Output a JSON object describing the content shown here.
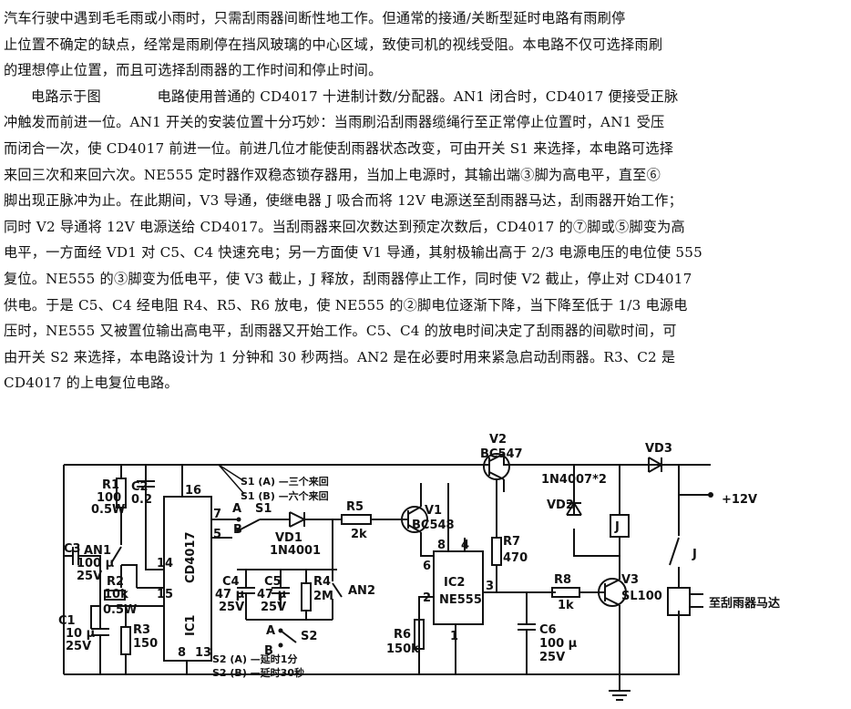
{
  "article": {
    "lines": [
      "汽车行驶中遇到毛毛雨或小雨时，只需刮雨器间断性地工作。但通常的接通/关断型延时电路有雨刷停",
      "止位置不确定的缺点，经常是雨刷停在挡风玻璃的中心区域，致使司机的视线受阻。本电路不仅可选择雨刷",
      "的理想停止位置，而且可选择刮雨器的工作时间和停止时间。",
      "电路示于图　　　　电路使用普通的 CD4017 十进制计数/分配器。AN1 闭合时，CD4017 便接受正脉",
      "冲触发而前进一位。AN1 开关的安装位置十分巧妙：当雨刷沿刮雨器缆绳行至正常停止位置时，AN1 受压",
      "而闭合一次，使 CD4017 前进一位。前进几位才能使刮雨器状态改变，可由开关 S1 来选择，本电路可选择",
      "来回三次和来回六次。NE555 定时器作双稳态锁存器用，当加上电源时，其输出端③脚为高电平，直至⑥",
      "脚出现正脉冲为止。在此期间，V3 导通，使继电器 J 吸合而将 12V 电源送至刮雨器马达，刮雨器开始工作；",
      "同时 V2 导通将 12V 电源送给 CD4017。当刮雨器来回次数达到预定次数后，CD4017 的⑦脚或⑤脚变为高",
      "电平，一方面经 VD1 对 C5、C4 快速充电；另一方面使 V1 导通，其射极输出高于 2/3 电源电压的电位使 555",
      "复位。NE555 的③脚变为低电平，使 V3 截止，J 释放，刮雨器停止工作，同时使 V2 截止，停止对 CD4017",
      "供电。于是 C5、C4 经电阻 R4、R5、R6 放电，使 NE555 的②脚电位逐渐下降，当下降至低于 1/3 电源电",
      "压时，NE555 又被置位输出高电平，刮雨器又开始工作。C5、C4 的放电时间决定了刮雨器的间歇时间，可",
      "由开关 S2 来选择，本电路设计为 1 分钟和 30 秒两挡。AN2 是在必要时用来紧急启动刮雨器。R3、C2 是",
      "CD4017 的上电复位电路。"
    ]
  },
  "circuit": {
    "r1": [
      "R1",
      "100",
      "0.5W"
    ],
    "c2": [
      "C2",
      "0.2"
    ],
    "c3": [
      "C3",
      "100 μ",
      "25V"
    ],
    "an1": "AN1",
    "r2": [
      "R2",
      "10k",
      "0.5W"
    ],
    "c1": [
      "C1",
      "10 μ",
      "25V"
    ],
    "r3": [
      "R3",
      "150"
    ],
    "ic1": [
      "IC1",
      "CD4017"
    ],
    "ic1_pins": [
      "16",
      "7",
      "5",
      "14",
      "15",
      "8",
      "13"
    ],
    "s1_a": "S1 (A) —三个来回",
    "s1_b": "S1 (B) —六个来回",
    "s1": "S1",
    "sw_a": "A",
    "sw_b": "B",
    "vd1": [
      "VD1",
      "1N4001"
    ],
    "r5": [
      "R5",
      "2k"
    ],
    "c4": [
      "C4",
      "47 μ",
      "25V"
    ],
    "c5": [
      "C5",
      "47 μ",
      "25V"
    ],
    "r4": [
      "R4",
      "2M"
    ],
    "an2": "AN2",
    "s2": "S2",
    "s2_sw_a": "A",
    "s2_sw_b": "B",
    "s2_a": "S2 (A) —延时1分",
    "s2_b": "S2 (B) —延时30秒",
    "v1": [
      "V1",
      "BC548"
    ],
    "v2": [
      "V2",
      "BC547"
    ],
    "r7": [
      "R7",
      "470"
    ],
    "ic2": [
      "IC2",
      "NE555"
    ],
    "ic2_pins": [
      "8",
      "4",
      "6",
      "2",
      "3",
      "1"
    ],
    "r6": [
      "R6",
      "150k"
    ],
    "c6": [
      "C6",
      "100 μ",
      "25V"
    ],
    "r8": [
      "R8",
      "1k"
    ],
    "v3": [
      "V3",
      "SL100"
    ],
    "diode_top": "1N4007*2",
    "vd3": "VD3",
    "vd2": "VD2",
    "relay": "J",
    "supply": "+12V",
    "motor": "至刮雨器马达"
  }
}
